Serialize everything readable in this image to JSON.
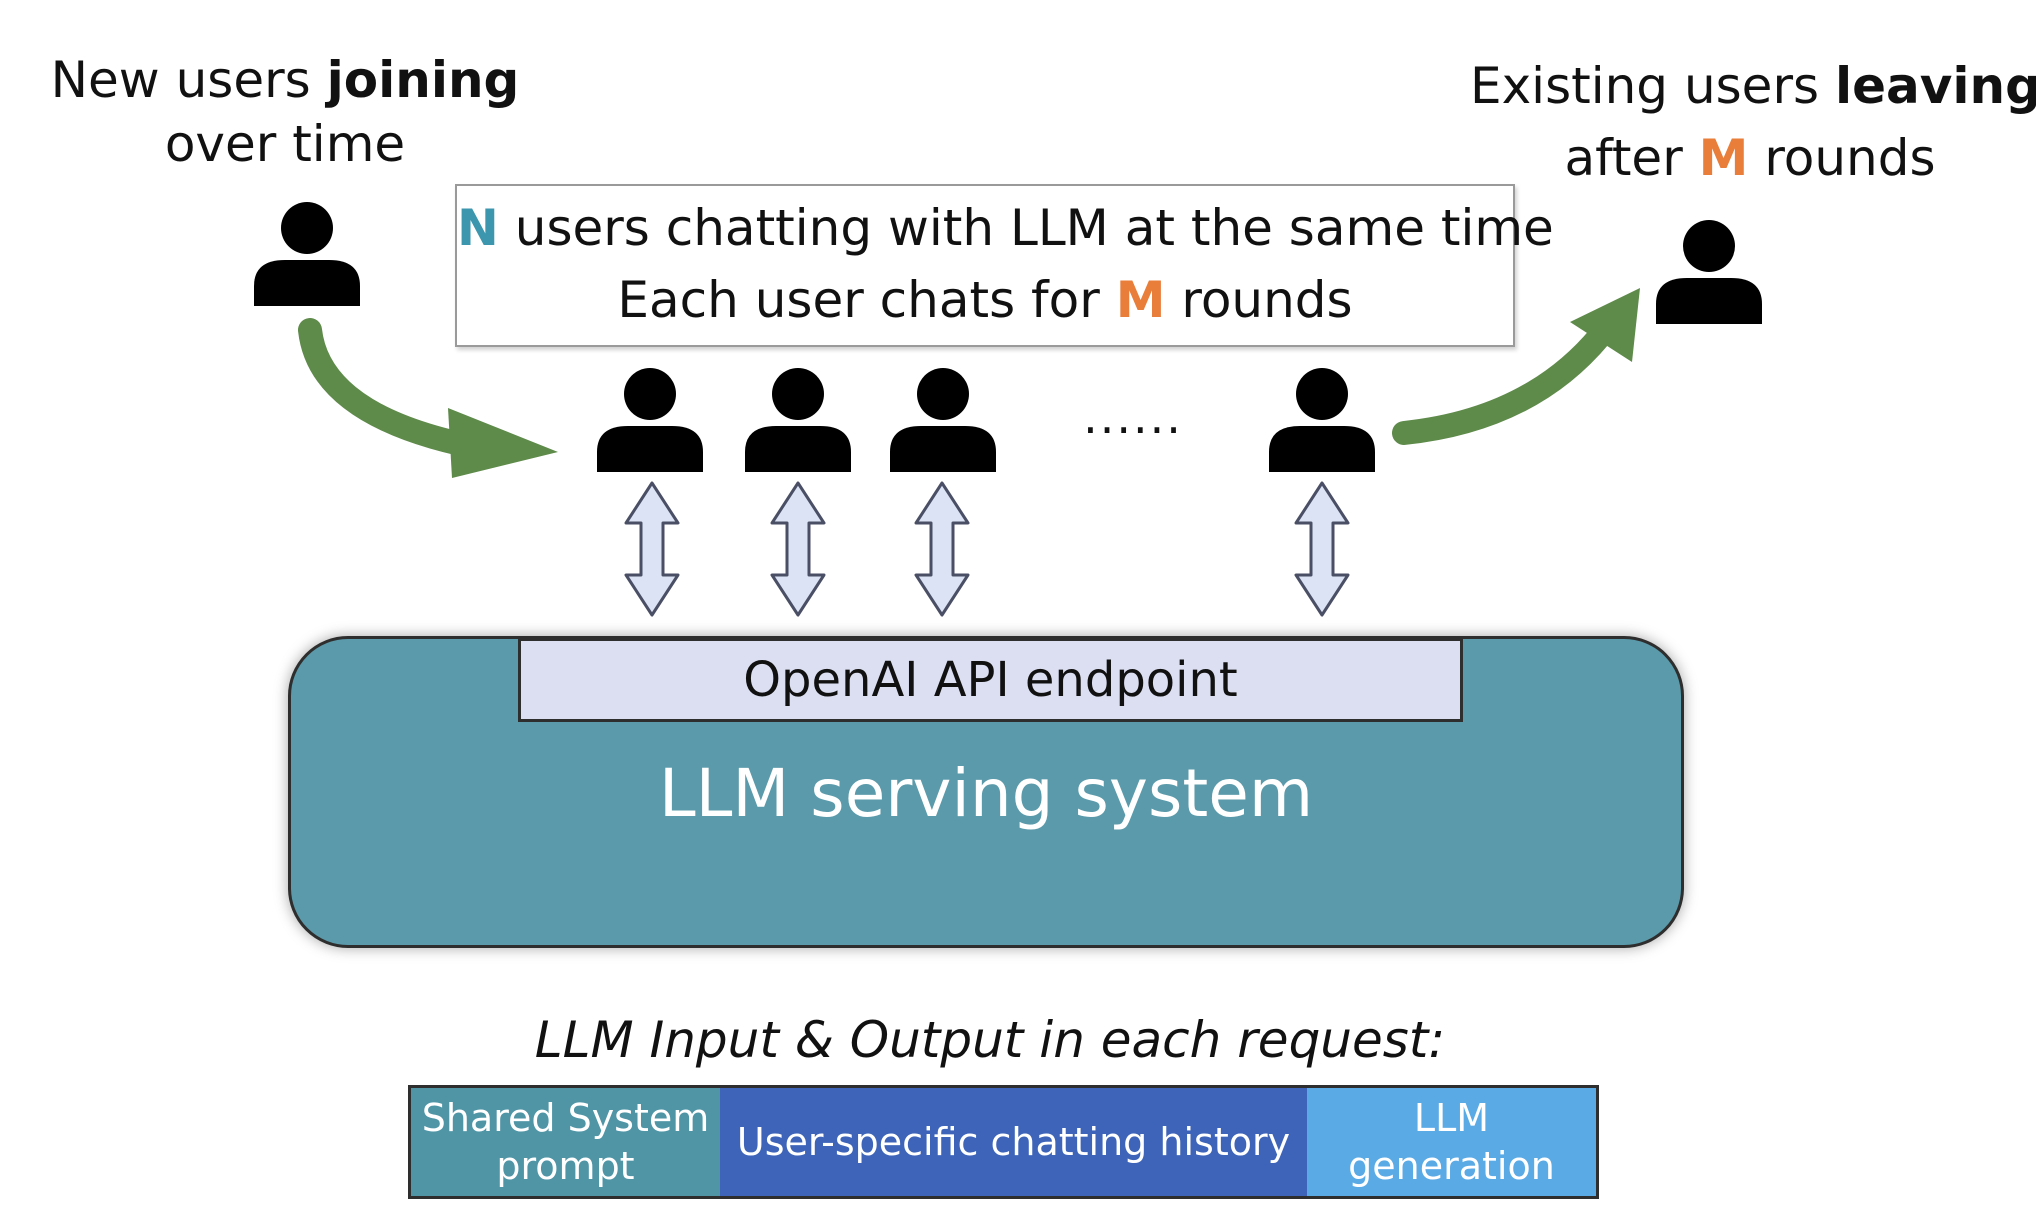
{
  "joining_caption": {
    "pre": "New users ",
    "bold": "joining",
    "line2": "over time"
  },
  "leaving_caption": {
    "pre": "Existing users ",
    "bold": "leaving",
    "line2_pre": "after ",
    "m": "M",
    "line2_post": " rounds"
  },
  "info_box": {
    "n": "N",
    "line1_rest": " users chatting with LLM at the same time",
    "line2_pre": "Each user chats for ",
    "m": "M",
    "line2_post": " rounds"
  },
  "ellipsis": "......",
  "api_label": "OpenAI API endpoint",
  "server_label": "LLM serving system",
  "io_title": "LLM Input & Output in each request:",
  "segments": {
    "system": "Shared System\nprompt",
    "history": "User-specific chatting history",
    "generation": "LLM\ngeneration"
  },
  "colors": {
    "arrow_green": "#5E8A4A",
    "accent_n": "#3B96AE",
    "accent_m": "#E87E3A",
    "server_fill": "#5A9AAA",
    "api_fill": "#DCDFF2",
    "system_fill": "#4F95A6",
    "history_fill": "#3D64B8",
    "generation_fill": "#5AAAE6"
  },
  "icons": [
    "user-icon",
    "double-arrow-icon",
    "curved-arrow-icon"
  ]
}
